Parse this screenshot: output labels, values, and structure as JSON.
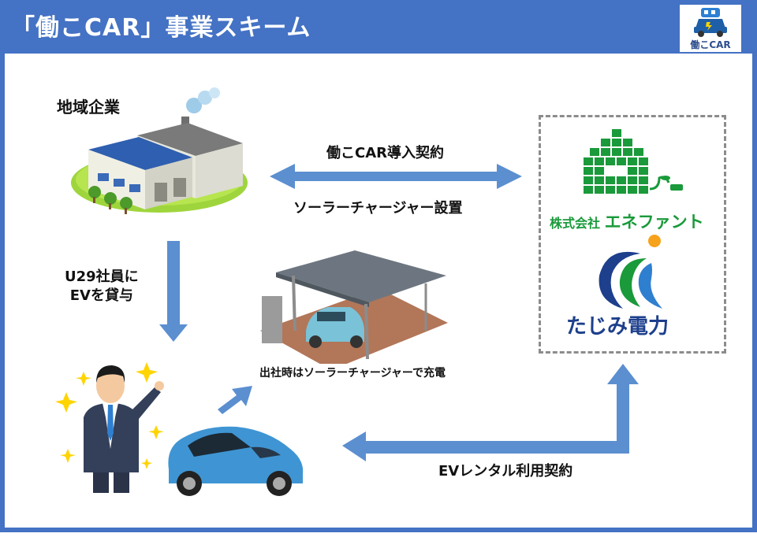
{
  "header": {
    "title": "「働こCAR」事業スキーム",
    "logo_text": "働こCAR"
  },
  "nodes": {
    "company": "地域企業",
    "enefant": {
      "prefix": "株式会社",
      "name": "エネファント"
    },
    "tajimi": "たじみ電力"
  },
  "labels": {
    "contract": "働こCAR導入契約",
    "solar": "ソーラーチャージャー設置",
    "lend_line1": "U29社員に",
    "lend_line2": "EVを貸与",
    "charge": "出社時はソーラーチャージャーで充電",
    "rental": "EVレンタル利用契約"
  },
  "colors": {
    "header": "#4472C4",
    "arrow": "#5B8FD0",
    "enefant_green": "#1a9a3a",
    "tajimi_blue": "#1d3f8c",
    "dashed_border": "#8c8c8c"
  }
}
